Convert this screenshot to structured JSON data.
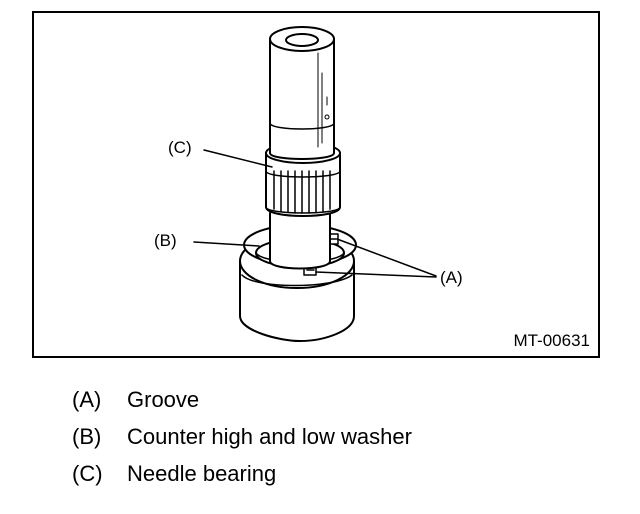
{
  "figure": {
    "id_label": "MT-00631",
    "callouts": {
      "a": "(A)",
      "b": "(B)",
      "c": "(C)"
    }
  },
  "legend": {
    "items": [
      {
        "key": "(A)",
        "text": "Groove"
      },
      {
        "key": "(B)",
        "text": "Counter high and low washer"
      },
      {
        "key": "(C)",
        "text": "Needle bearing"
      }
    ]
  }
}
